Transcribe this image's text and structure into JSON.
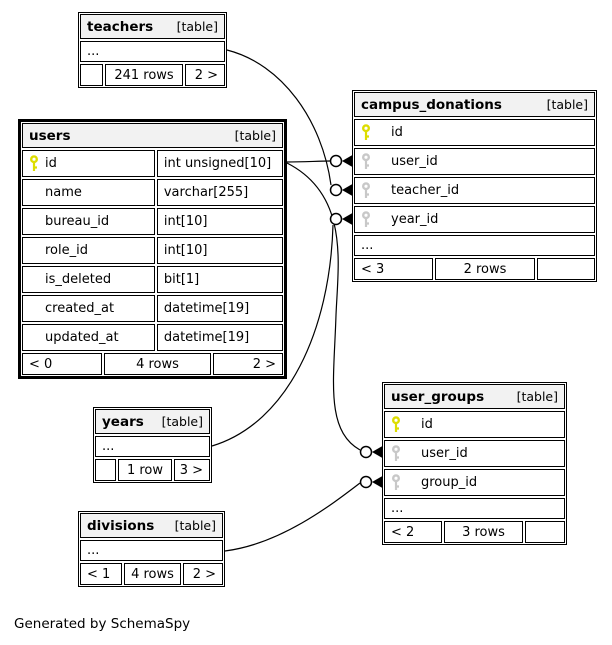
{
  "diagram": {
    "footer_note": "Generated by SchemaSpy"
  },
  "colors": {
    "primary_key": "#dddd00",
    "foreign_key": "#c8c8c8",
    "header_bg": "#f2f2f2",
    "line": "#000000"
  },
  "icons": {
    "primary_key": "key-icon-yellow",
    "foreign_key": "key-icon-gray"
  },
  "tables": {
    "teachers": {
      "title": "teachers",
      "tag": "[table]",
      "collapsed": "...",
      "footer": {
        "left": "",
        "center": "241 rows",
        "right": "2 >"
      }
    },
    "users": {
      "title": "users",
      "tag": "[table]",
      "columns": [
        {
          "key": "primary",
          "name": "id",
          "type": "int unsigned[10]"
        },
        {
          "key": "",
          "name": "name",
          "type": "varchar[255]"
        },
        {
          "key": "",
          "name": "bureau_id",
          "type": "int[10]"
        },
        {
          "key": "",
          "name": "role_id",
          "type": "int[10]"
        },
        {
          "key": "",
          "name": "is_deleted",
          "type": "bit[1]"
        },
        {
          "key": "",
          "name": "created_at",
          "type": "datetime[19]"
        },
        {
          "key": "",
          "name": "updated_at",
          "type": "datetime[19]"
        }
      ],
      "footer": {
        "left": "< 0",
        "center": "4 rows",
        "right": "2 >"
      }
    },
    "campus_donations": {
      "title": "campus_donations",
      "tag": "[table]",
      "columns": [
        {
          "key": "primary",
          "name": "id"
        },
        {
          "key": "foreign",
          "name": "user_id"
        },
        {
          "key": "foreign",
          "name": "teacher_id"
        },
        {
          "key": "foreign",
          "name": "year_id"
        }
      ],
      "collapsed": "...",
      "footer": {
        "left": "< 3",
        "center": "2 rows",
        "right": ""
      }
    },
    "user_groups": {
      "title": "user_groups",
      "tag": "[table]",
      "columns": [
        {
          "key": "primary",
          "name": "id"
        },
        {
          "key": "foreign",
          "name": "user_id"
        },
        {
          "key": "foreign",
          "name": "group_id"
        }
      ],
      "collapsed": "...",
      "footer": {
        "left": "< 2",
        "center": "3 rows",
        "right": ""
      }
    },
    "years": {
      "title": "years",
      "tag": "[table]",
      "collapsed": "...",
      "footer": {
        "left": "",
        "center": "1 row",
        "right": "3 >"
      }
    },
    "divisions": {
      "title": "divisions",
      "tag": "[table]",
      "collapsed": "...",
      "footer": {
        "left": "< 1",
        "center": "4 rows",
        "right": "2 >"
      }
    }
  }
}
